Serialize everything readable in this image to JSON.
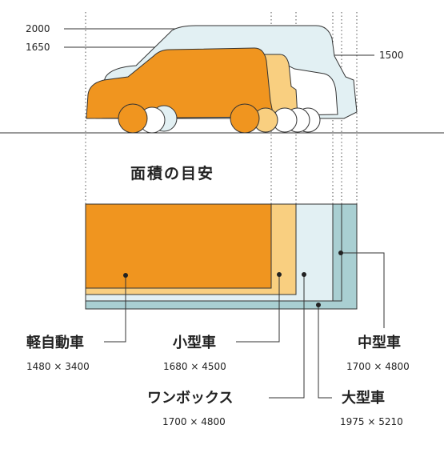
{
  "title": "面積の目安",
  "heights": {
    "large": "2000",
    "kei": "1650",
    "small": "1500"
  },
  "categories": [
    {
      "id": "kei",
      "name": "軽自動車",
      "dims": "1480 × 3400"
    },
    {
      "id": "small",
      "name": "小型車",
      "dims": "1680 × 4500"
    },
    {
      "id": "medium",
      "name": "中型車",
      "dims": "1700 × 4800"
    },
    {
      "id": "van",
      "name": "ワンボックス",
      "dims": "1700 × 4800"
    },
    {
      "id": "large",
      "name": "大型車",
      "dims": "1975 × 5210"
    }
  ],
  "colors": {
    "kei": "#f0951f",
    "small": "#f9cf80",
    "van": "#e2f0f3",
    "large": "#a9cfd2",
    "outline": "#333333"
  }
}
